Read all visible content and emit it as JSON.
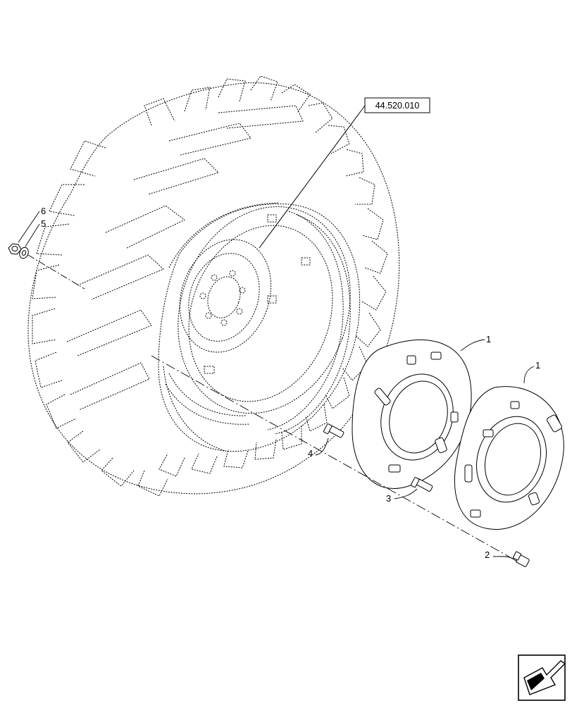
{
  "diagram": {
    "reference_box": "44.520.010",
    "callouts": [
      {
        "id": "6",
        "label": "6"
      },
      {
        "id": "5",
        "label": "5"
      },
      {
        "id": "1a",
        "label": "1"
      },
      {
        "id": "1b",
        "label": "1"
      },
      {
        "id": "4",
        "label": "4"
      },
      {
        "id": "3",
        "label": "3"
      },
      {
        "id": "2",
        "label": "2"
      }
    ]
  },
  "icons": {
    "navigation": "next-page-arrow-icon"
  }
}
